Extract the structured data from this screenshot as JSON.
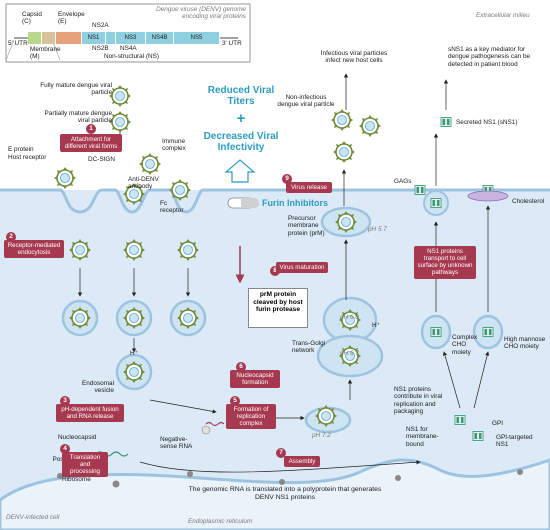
{
  "genome_box": {
    "title": "Dengue viruse (DENV) genome encoding viral proteins",
    "utr5": "5' UTR",
    "utr3": "3' UTR",
    "capsid": "Capsid (C)",
    "envelope": "Envelope (E)",
    "membrane": "Membrane (M)",
    "ns2a": "NS2A",
    "ns1": "NS1",
    "ns2b": "NS2B",
    "ns3": "NS3",
    "ns4a": "NS4A",
    "ns4b": "NS4B",
    "ns5": "NS5",
    "nonstructural": "Non-structural (NS)"
  },
  "regions": {
    "extracellular": "Extracellular milieu",
    "infected_cell": "DENV-infected cell",
    "er": "Endoplasmic reticulum"
  },
  "labels": {
    "fully_mature": "Fully mature dengue viral particle",
    "partially_mature": "Partially mature dengue viral particle",
    "immune_complex": "Immune complex",
    "e_protein": "E protein",
    "host_receptor": "Host receptor",
    "dc_sign": "DC-SIGN",
    "anti_denv": "Anti-DENV antibody",
    "fc_receptor": "Fc receptor",
    "h_plus_1": "H⁺",
    "endosomal_vesicle": "Endosomal vesicle",
    "nucleocapsid": "Nucleocapsid",
    "negative_sense": "Negative-sense RNA",
    "positive_sense": "Positive-sense RNA",
    "ribosome": "Ribosome",
    "infectious": "Infectious viral particles infect new host cells",
    "non_infectious": "Non-infectious dengue viral particle",
    "precursor": "Precursor membrane protein (prM)",
    "ph57": "pH 5.7",
    "ph60": "pH 6.0",
    "ph67": "pH 6.7",
    "ph72": "pH 7.2",
    "h_plus_2": "H⁺",
    "trans_golgi": "Trans-Golgi network",
    "sns1_mediator": "sNS1 as a key mediator for dengue pathogenesis can be detected in patient blood",
    "secreted_ns1": "Secreted NS1 (sNS1)",
    "gags": "GAGs",
    "cholesterol": "Cholesterol",
    "complex_cho": "Complex CHO moiety",
    "high_mannose": "High mannose CHO moiety",
    "ns1_contribute": "NS1 proteins contribute in viral replication and packaging",
    "ns1_membrane": "NS1 for membrane-bound",
    "gpi": "GPI",
    "gpi_targeted": "GPI-targeted NS1",
    "genomic_rna": "The genomic RNA is translated into a polyprotein that generates DENV NS1 proteins"
  },
  "headline": {
    "reduced": "Reduced Viral Titers",
    "plus": "+",
    "decreased": "Decreased Viral Infectivity",
    "furin": "Furin Inhibitors",
    "prm_cleaved": "prM protein cleaved by host furin protease"
  },
  "steps": [
    {
      "num": "1",
      "text": "Attachment for different viral forms"
    },
    {
      "num": "2",
      "text": "Receptor-mediated endocytosis"
    },
    {
      "num": "3",
      "text": "pH-dependent fusion and RNA release"
    },
    {
      "num": "4",
      "text": "Translation and processing"
    },
    {
      "num": "5",
      "text": "Formation of replication complex"
    },
    {
      "num": "6",
      "text": "Nucleocapsid formation"
    },
    {
      "num": "7",
      "text": "Assembly"
    },
    {
      "num": "8",
      "text": "Virus maturation"
    },
    {
      "num": "9",
      "text": "Virus release"
    }
  ],
  "ns1_transport": "NS1 proteins transport to cell surface by unknown pathways",
  "colors": {
    "step": "#a63850",
    "headline": "#2e9bc1",
    "cell_fill": "#dbeaf6",
    "membrane": "#9ec3e0",
    "virus": "#6f8d3a",
    "ns1": "#3c9a78"
  }
}
